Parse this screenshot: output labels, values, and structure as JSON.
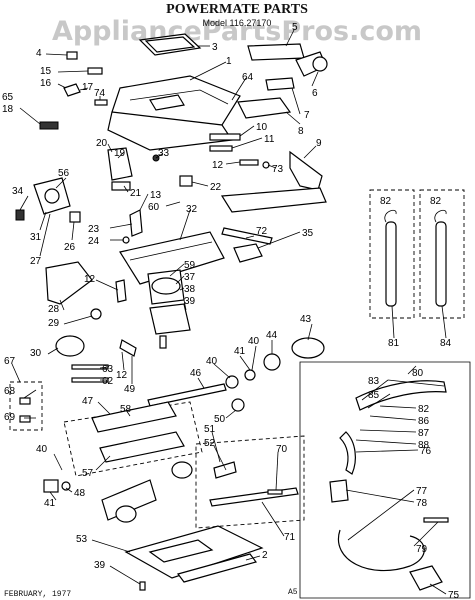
{
  "header": {
    "title": "POWERMATE PARTS",
    "model": "Model 116.27170",
    "watermark": "AppliancePartsPros.com"
  },
  "footer": {
    "date": "FEBRUARY, 1977",
    "code": "A5"
  },
  "callouts": [
    {
      "id": "1",
      "label": "1"
    },
    {
      "id": "2",
      "label": "2"
    },
    {
      "id": "3",
      "label": "3"
    },
    {
      "id": "4",
      "label": "4"
    },
    {
      "id": "5",
      "label": "5"
    },
    {
      "id": "6",
      "label": "6"
    },
    {
      "id": "7",
      "label": "7"
    },
    {
      "id": "8",
      "label": "8"
    },
    {
      "id": "9",
      "label": "9"
    },
    {
      "id": "10",
      "label": "10"
    },
    {
      "id": "11",
      "label": "11"
    },
    {
      "id": "12",
      "label": "12"
    },
    {
      "id": "13",
      "label": "13"
    },
    {
      "id": "14",
      "label": "14"
    },
    {
      "id": "15",
      "label": "15"
    },
    {
      "id": "16",
      "label": "16"
    },
    {
      "id": "17",
      "label": "17"
    },
    {
      "id": "18",
      "label": "18"
    },
    {
      "id": "19",
      "label": "19"
    },
    {
      "id": "20",
      "label": "20"
    },
    {
      "id": "21",
      "label": "21"
    },
    {
      "id": "22",
      "label": "22"
    },
    {
      "id": "23",
      "label": "23"
    },
    {
      "id": "24",
      "label": "24"
    },
    {
      "id": "26",
      "label": "26"
    },
    {
      "id": "27",
      "label": "27"
    },
    {
      "id": "28",
      "label": "28"
    },
    {
      "id": "29",
      "label": "29"
    },
    {
      "id": "30",
      "label": "30"
    },
    {
      "id": "31",
      "label": "31"
    },
    {
      "id": "32",
      "label": "32"
    },
    {
      "id": "33",
      "label": "33"
    },
    {
      "id": "34",
      "label": "34"
    },
    {
      "id": "35",
      "label": "35"
    },
    {
      "id": "37",
      "label": "37"
    },
    {
      "id": "38",
      "label": "38"
    },
    {
      "id": "39",
      "label": "39"
    },
    {
      "id": "40",
      "label": "40"
    },
    {
      "id": "41",
      "label": "41"
    },
    {
      "id": "43",
      "label": "43"
    },
    {
      "id": "44",
      "label": "44"
    },
    {
      "id": "46",
      "label": "46"
    },
    {
      "id": "47",
      "label": "47"
    },
    {
      "id": "48",
      "label": "48"
    },
    {
      "id": "49",
      "label": "49"
    },
    {
      "id": "50",
      "label": "50"
    },
    {
      "id": "51",
      "label": "51"
    },
    {
      "id": "52",
      "label": "52"
    },
    {
      "id": "53",
      "label": "53"
    },
    {
      "id": "56",
      "label": "56"
    },
    {
      "id": "57",
      "label": "57"
    },
    {
      "id": "58",
      "label": "58"
    },
    {
      "id": "59",
      "label": "59"
    },
    {
      "id": "60",
      "label": "60"
    },
    {
      "id": "62",
      "label": "62"
    },
    {
      "id": "63",
      "label": "63"
    },
    {
      "id": "64",
      "label": "64"
    },
    {
      "id": "65",
      "label": "65"
    },
    {
      "id": "67",
      "label": "67"
    },
    {
      "id": "68",
      "label": "68"
    },
    {
      "id": "69",
      "label": "69"
    },
    {
      "id": "70",
      "label": "70"
    },
    {
      "id": "71",
      "label": "71"
    },
    {
      "id": "72",
      "label": "72"
    },
    {
      "id": "73",
      "label": "73"
    },
    {
      "id": "74",
      "label": "74"
    },
    {
      "id": "75",
      "label": "75"
    },
    {
      "id": "76",
      "label": "76"
    },
    {
      "id": "77",
      "label": "77"
    },
    {
      "id": "78",
      "label": "78"
    },
    {
      "id": "79",
      "label": "79"
    },
    {
      "id": "80",
      "label": "80"
    },
    {
      "id": "81",
      "label": "81"
    },
    {
      "id": "82",
      "label": "82"
    },
    {
      "id": "83",
      "label": "83"
    },
    {
      "id": "84",
      "label": "84"
    },
    {
      "id": "85",
      "label": "85"
    },
    {
      "id": "86",
      "label": "86"
    },
    {
      "id": "87",
      "label": "87"
    },
    {
      "id": "88",
      "label": "88"
    }
  ]
}
